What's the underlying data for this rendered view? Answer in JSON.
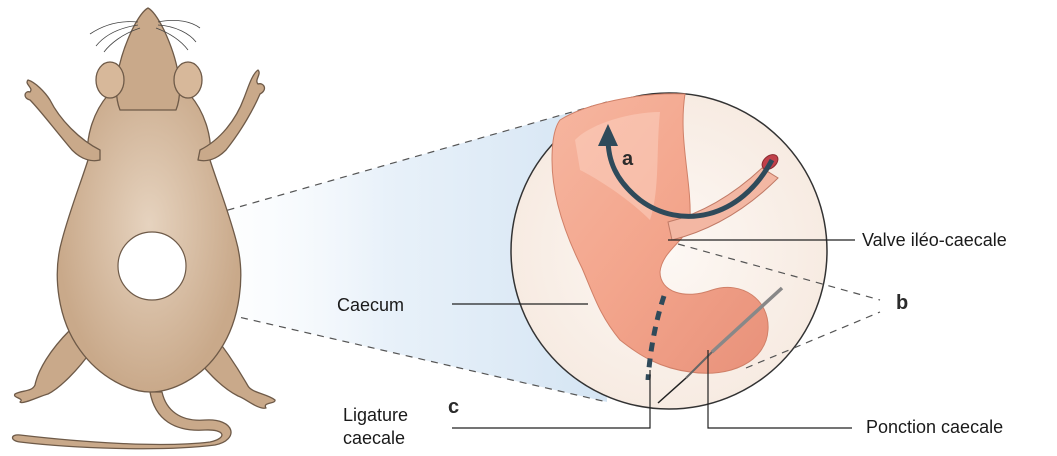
{
  "labels": {
    "valve": "Valve iléo-caecale",
    "caecum": "Caecum",
    "ligature_line1": "Ligature",
    "ligature_line2": "caecale",
    "ponction": "Ponction caecale"
  },
  "letters": {
    "a": "a",
    "b": "b",
    "c": "c"
  },
  "colors": {
    "mouse_body": "#c9a98a",
    "mouse_outline": "#6e5a48",
    "tissue": "#f0a890",
    "tissue_light": "#f8c8b6",
    "arrow": "#2f4a5a",
    "beam": "#c8dcef"
  }
}
